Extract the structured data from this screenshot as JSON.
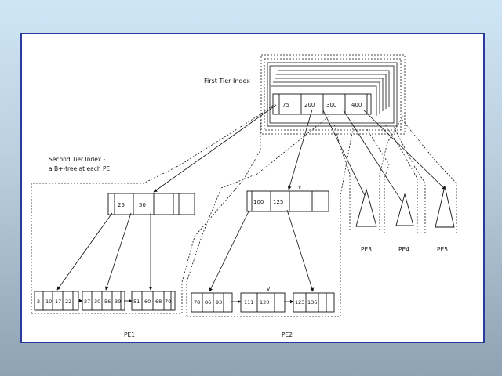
{
  "labels": {
    "first_tier_index": "First Tier Index",
    "second_tier_line1": "Second Tier Index -",
    "second_tier_line2": "a B+-tree at each PE",
    "pe1": "PE1",
    "pe2": "PE2",
    "pe3": "PE3",
    "pe4": "PE4",
    "pe5": "PE5",
    "root_arrow_label": "v",
    "leaf_arrow_label": "v"
  },
  "root_node": {
    "keys": [
      "75",
      "200",
      "300",
      "400"
    ]
  },
  "pe1_node": {
    "keys": [
      "25",
      "50",
      "",
      ""
    ]
  },
  "pe2_node": {
    "keys": [
      "100",
      "125",
      "",
      ""
    ]
  },
  "pe1_leaves": [
    {
      "keys": [
        "2",
        "10",
        "17",
        "22"
      ]
    },
    {
      "keys": [
        "27",
        "30",
        "56",
        "39"
      ]
    },
    {
      "keys": [
        "51",
        "60",
        "68",
        "70"
      ]
    }
  ],
  "pe2_leaves": [
    {
      "keys": [
        "78",
        "86",
        "93",
        ""
      ]
    },
    {
      "keys": [
        "111",
        "120",
        ""
      ]
    },
    {
      "keys": [
        "123",
        "136",
        "",
        ""
      ]
    }
  ]
}
